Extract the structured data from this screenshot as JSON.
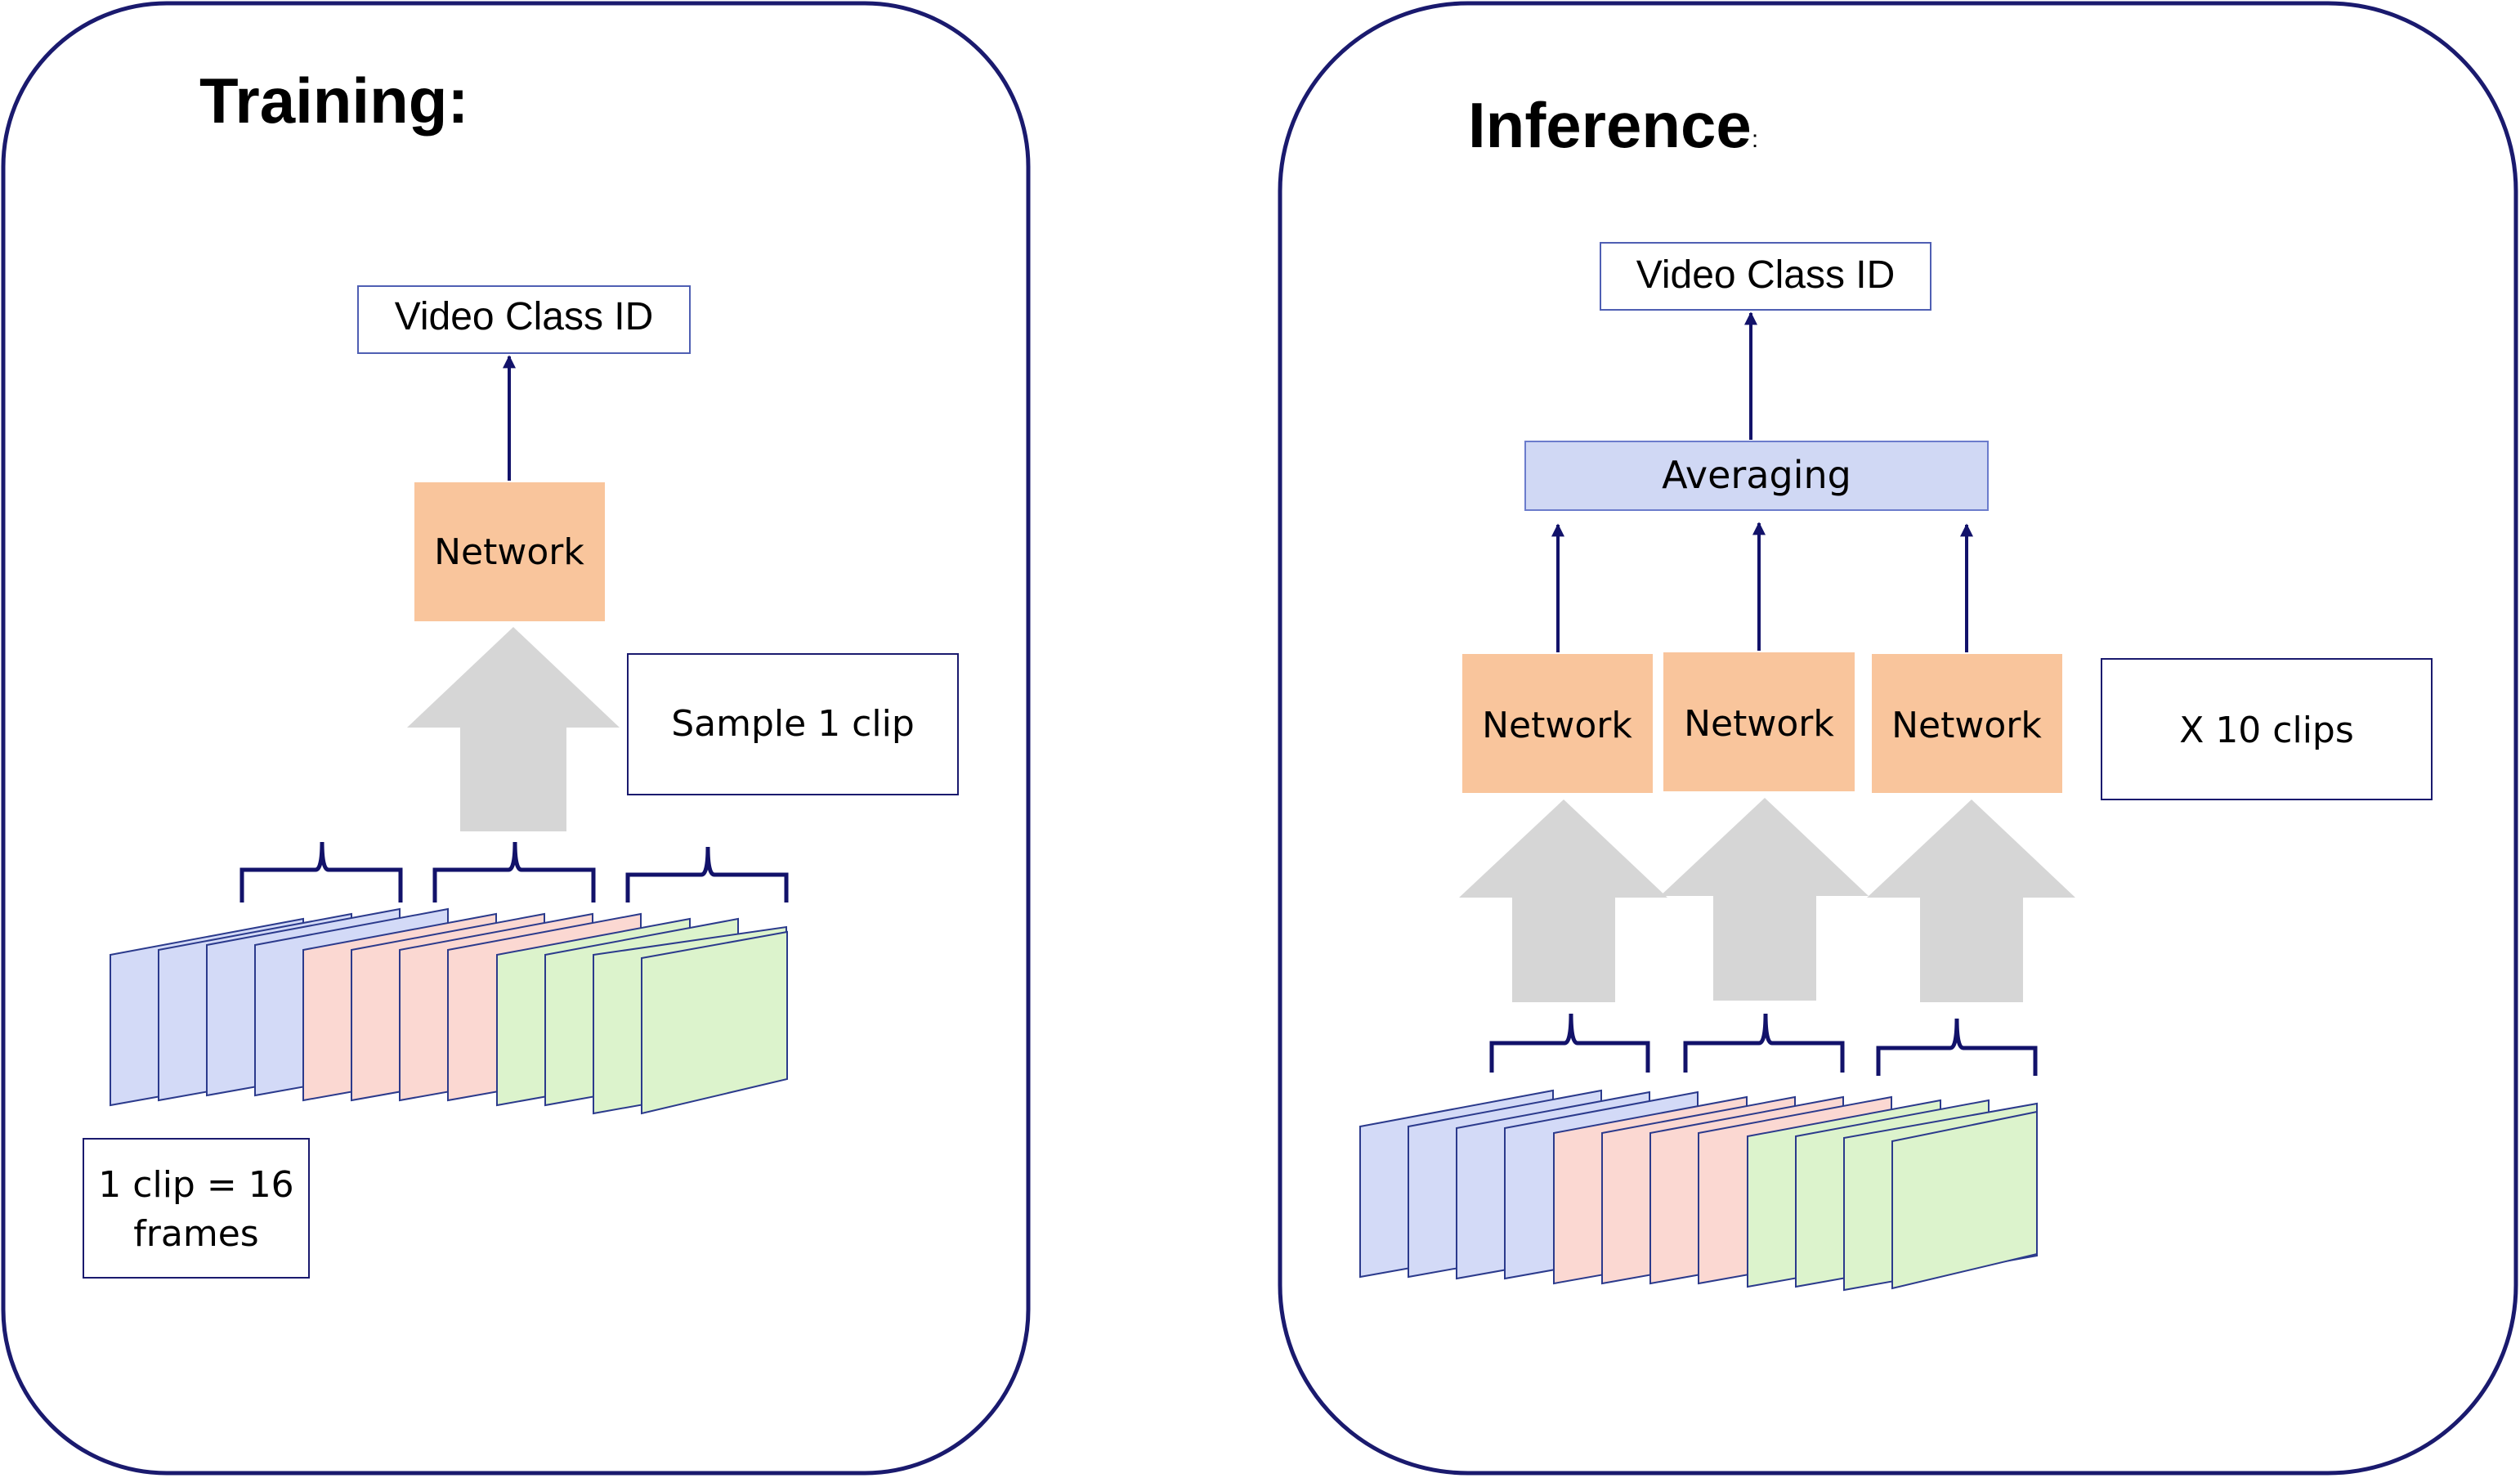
{
  "colors": {
    "panel_border": "#1a1a6e",
    "arrow_line": "#12126a",
    "network_fill": "#f9c59c",
    "averaging_fill": "#d0d8f4",
    "averaging_border": "#6b7ccc",
    "box_border": "#4f5fb3",
    "gray_arrow": "#d6d6d6",
    "frame_blue": "#d3daf7",
    "frame_pink": "#fbd8d2",
    "frame_green": "#dcf3cc"
  },
  "training": {
    "title": "Training:",
    "output_label": "Video Class ID",
    "network_label": "Network",
    "sample_label": "Sample 1 clip",
    "clip_note": [
      "1 clip = 16",
      "frames"
    ]
  },
  "inference": {
    "title": "Inference",
    "title_suffix": ":",
    "output_label": "Video Class ID",
    "averaging_label": "Averaging",
    "network_labels": [
      "Network",
      "Network",
      "Network"
    ],
    "clips_label": "X 10 clips"
  }
}
